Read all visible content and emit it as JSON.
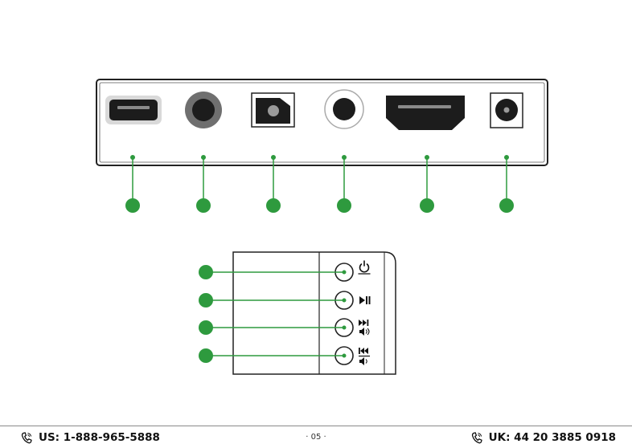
{
  "footer": {
    "us_support": "US: 1-888-965-5888",
    "page_number": "· 05 ·",
    "uk_support": "UK: 44 20 3885 0918"
  },
  "colors": {
    "callout_green": "#2e9a3e",
    "panel_stroke": "#222222",
    "port_fill": "#1c1c1c",
    "port_rim_gray": "#6f6f6f"
  },
  "rear_panel": {
    "ports": [
      "usb-port-icon",
      "av-jack-icon",
      "optical-port-icon",
      "audio-jack-icon",
      "hdmi-port-icon",
      "dc-power-port-icon"
    ],
    "callout_count": 6
  },
  "side_panel": {
    "buttons": [
      "power-icon",
      "play-pause-icon",
      "next-volume-up-icon",
      "previous-volume-down-icon"
    ],
    "callout_count": 4
  }
}
